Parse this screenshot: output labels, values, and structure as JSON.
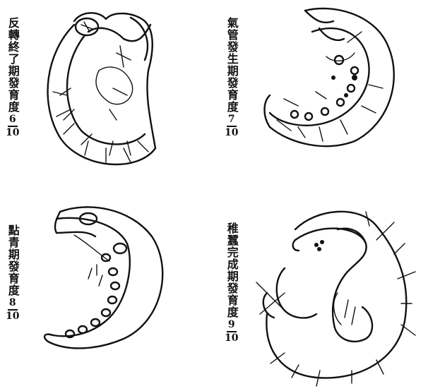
{
  "stages": [
    {
      "label": "反轉終了期發育度",
      "numerator": "6",
      "denominator": "10"
    },
    {
      "label": "氣管發生期發育度",
      "numerator": "7",
      "denominator": "10"
    },
    {
      "label": "點青期發育度",
      "numerator": "8",
      "denominator": "10"
    },
    {
      "label": "稚蠶完成期發育度",
      "numerator": "9",
      "denominator": "10"
    }
  ]
}
